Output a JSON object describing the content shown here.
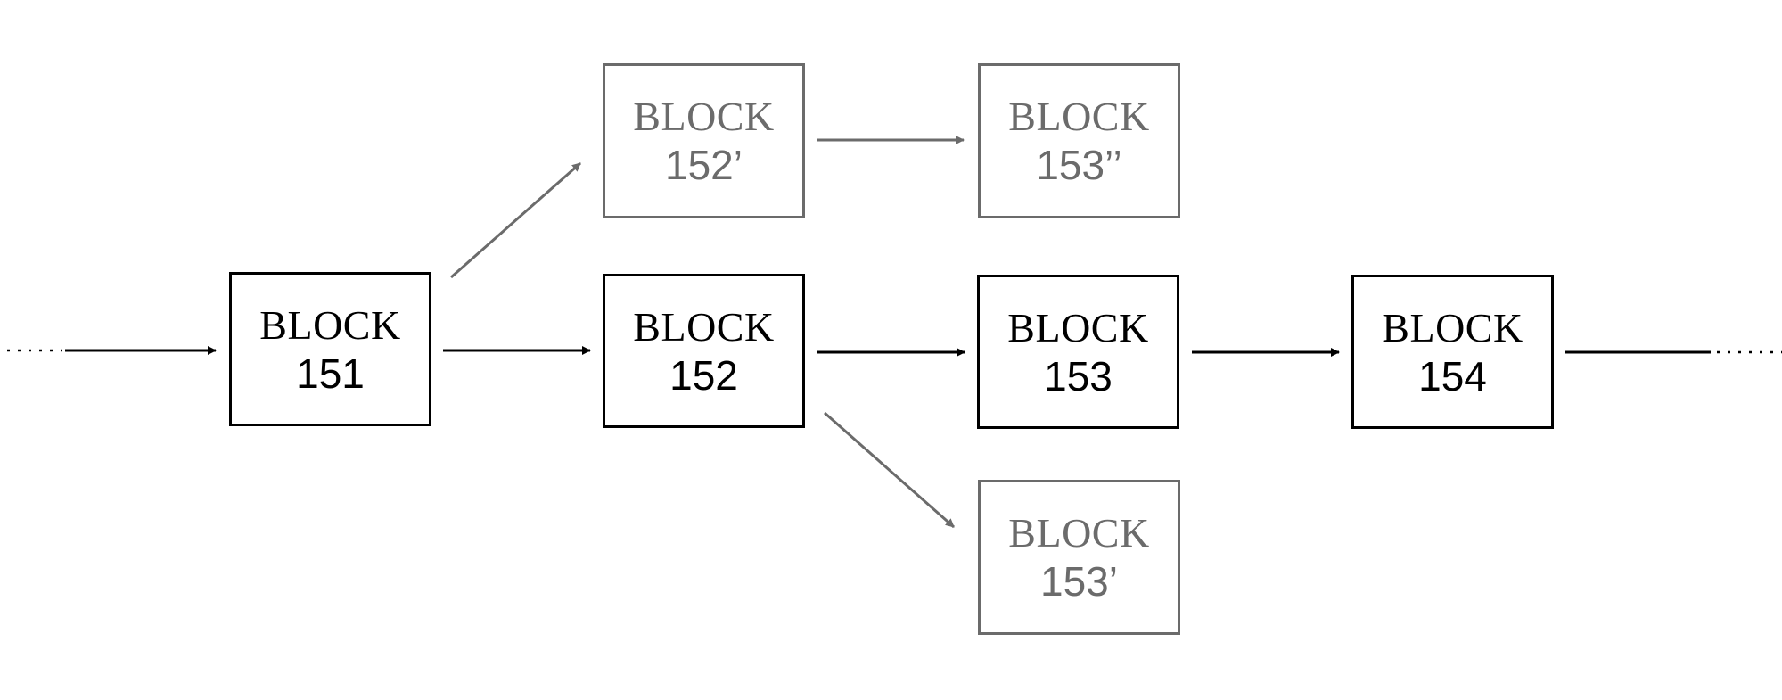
{
  "colors": {
    "primary": "#000000",
    "alternate": "#6b6b6b"
  },
  "blocks": {
    "b151": {
      "word": "BLOCK",
      "num": "151"
    },
    "b152": {
      "word": "BLOCK",
      "num": "152"
    },
    "b153": {
      "word": "BLOCK",
      "num": "153"
    },
    "b154": {
      "word": "BLOCK",
      "num": "154"
    },
    "b152p": {
      "word": "BLOCK",
      "num": "152’"
    },
    "b153pp": {
      "word": "BLOCK",
      "num": "153’’"
    },
    "b153p": {
      "word": "BLOCK",
      "num": "153’"
    }
  }
}
